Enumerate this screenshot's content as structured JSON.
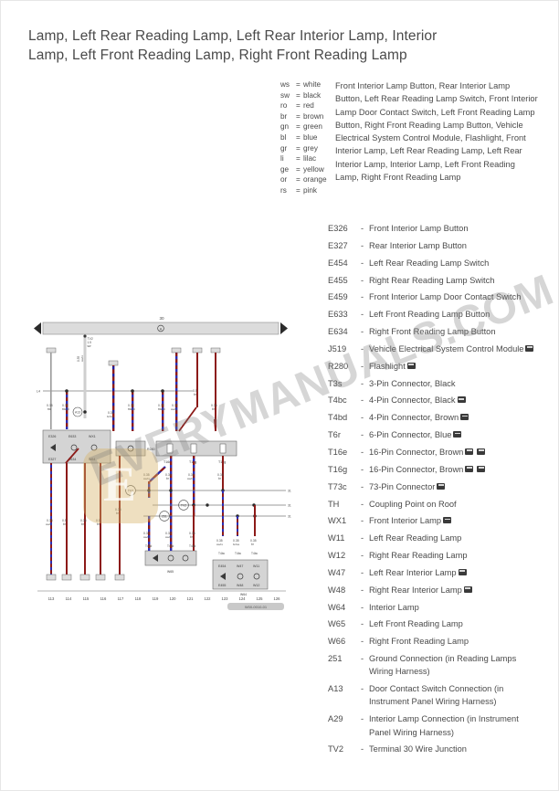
{
  "document": {
    "title_lines": [
      "Lamp, Left Rear Reading Lamp, Left Rear Interior Lamp, Interior",
      "Lamp, Left Front Reading Lamp, Right Front Reading Lamp"
    ],
    "watermark": "EVERYMANUALS.COM",
    "watermark_logo_letter": "E"
  },
  "color_key": {
    "rows": [
      {
        "abbr": "ws",
        "eq": "=",
        "name": "white"
      },
      {
        "abbr": "sw",
        "eq": "=",
        "name": "black"
      },
      {
        "abbr": "ro",
        "eq": "=",
        "name": "red"
      },
      {
        "abbr": "br",
        "eq": "=",
        "name": "brown"
      },
      {
        "abbr": "gn",
        "eq": "=",
        "name": "green"
      },
      {
        "abbr": "bl",
        "eq": "=",
        "name": "blue"
      },
      {
        "abbr": "gr",
        "eq": "=",
        "name": "grey"
      },
      {
        "abbr": "li",
        "eq": "=",
        "name": "lilac"
      },
      {
        "abbr": "ge",
        "eq": "=",
        "name": "yellow"
      },
      {
        "abbr": "or",
        "eq": "=",
        "name": "orange"
      },
      {
        "abbr": "rs",
        "eq": "=",
        "name": "pink"
      }
    ]
  },
  "intro": {
    "text": "Front Interior Lamp Button, Rear Interior Lamp Button, Left Rear Reading Lamp Switch, Front Interior Lamp Door Contact Switch, Left Front Reading Lamp Button, Right Front Reading Lamp Button, Vehicle Electrical System Control Module, Flashlight, Front Interior Lamp, Left Rear Reading Lamp, Left Rear Interior Lamp, Interior Lamp, Left Front Reading Lamp, Right Front Reading Lamp"
  },
  "components": [
    {
      "code": "E326",
      "dash": "-",
      "desc": "Front Interior Lamp Button",
      "icons": 0
    },
    {
      "code": "E327",
      "dash": "-",
      "desc": "Rear Interior Lamp Button",
      "icons": 0
    },
    {
      "code": "E454",
      "dash": "-",
      "desc": "Left Rear Reading Lamp Switch",
      "icons": 0
    },
    {
      "code": "E455",
      "dash": "-",
      "desc": "Right Rear Reading Lamp Switch",
      "icons": 0
    },
    {
      "code": "E459",
      "dash": "-",
      "desc": "Front Interior Lamp Door Contact Switch",
      "icons": 0
    },
    {
      "code": "E633",
      "dash": "-",
      "desc": "Left Front Reading Lamp Button",
      "icons": 0
    },
    {
      "code": "E634",
      "dash": "-",
      "desc": "Right Front Reading Lamp Button",
      "icons": 0
    },
    {
      "code": "J519",
      "dash": "-",
      "desc": "Vehicle Electrical System Control Module",
      "icons": 1
    },
    {
      "code": "R280",
      "dash": "-",
      "desc": "Flashlight",
      "icons": 1
    },
    {
      "code": "T3s",
      "dash": "-",
      "desc": "3-Pin Connector, Black",
      "icons": 0
    },
    {
      "code": "T4bc",
      "dash": "-",
      "desc": "4-Pin Connector, Black",
      "icons": 1
    },
    {
      "code": "T4bd",
      "dash": "-",
      "desc": "4-Pin Connector, Brown",
      "icons": 1
    },
    {
      "code": "T6r",
      "dash": "-",
      "desc": "6-Pin Connector, Blue",
      "icons": 1
    },
    {
      "code": "T16e",
      "dash": "-",
      "desc": "16-Pin Connector, Brown",
      "icons": 2
    },
    {
      "code": "T16g",
      "dash": "-",
      "desc": "16-Pin Connector, Brown",
      "icons": 2
    },
    {
      "code": "T73c",
      "dash": "-",
      "desc": "73-Pin Connector",
      "icons": 1
    },
    {
      "code": "TH",
      "dash": "-",
      "desc": "Coupling Point on Roof",
      "icons": 0
    },
    {
      "code": "WX1",
      "dash": "-",
      "desc": "Front Interior Lamp",
      "icons": 1
    },
    {
      "code": "W11",
      "dash": "-",
      "desc": "Left Rear Reading Lamp",
      "icons": 0
    },
    {
      "code": "W12",
      "dash": "-",
      "desc": "Right Rear Reading Lamp",
      "icons": 0
    },
    {
      "code": "W47",
      "dash": "-",
      "desc": "Left Rear Interior Lamp",
      "icons": 1
    },
    {
      "code": "W48",
      "dash": "-",
      "desc": "Right Rear Interior Lamp",
      "icons": 1
    },
    {
      "code": "W64",
      "dash": "-",
      "desc": "Interior Lamp",
      "icons": 0
    },
    {
      "code": "W65",
      "dash": "-",
      "desc": "Left Front Reading Lamp",
      "icons": 0
    },
    {
      "code": "W66",
      "dash": "-",
      "desc": "Right Front Reading Lamp",
      "icons": 0
    },
    {
      "code": "251",
      "dash": "-",
      "desc": "Ground Connection (in Reading Lamps Wiring Harness)",
      "icons": 0
    },
    {
      "code": "A13",
      "dash": "-",
      "desc": "Door Contact Switch Connection (in Instrument Panel Wiring Harness)",
      "icons": 0
    },
    {
      "code": "A29",
      "dash": "-",
      "desc": "Interior Lamp Connection (in Instrument Panel Wiring Harness)",
      "icons": 0
    },
    {
      "code": "TV2",
      "dash": "-",
      "desc": "Terminal 30 Wire Junction",
      "icons": 0
    }
  ],
  "diagram": {
    "top_bus_label": "30",
    "track_numbers": [
      "113",
      "114",
      "115",
      "116",
      "117",
      "118",
      "119",
      "120",
      "121",
      "122",
      "123",
      "124",
      "125",
      "126"
    ],
    "sheet_code": "W00-0010-01",
    "ground_rails": [
      "31",
      "31",
      "31"
    ],
    "junction_labels": [
      "TV2",
      "TV2",
      "251"
    ],
    "wire_specs": [
      "0.35 sw",
      "0.35 sw/bl",
      "0.35 br/ws",
      "0.35 br/ws",
      "0.5 br",
      "0.35 br",
      "0.5 sw/ro",
      "0.35 sw/ro",
      "0.35 sw/ro",
      "0.5 sw/ro",
      "0.35 ro/bl",
      "0.5 br",
      "0.35 br",
      "0.35 br",
      "0.5 sw/ro",
      "0.35 sw/gn"
    ],
    "colors": {
      "wire_red": "#8c1a18",
      "wire_blue": "#2b2bb0",
      "wire_grey": "#c8c8c8",
      "bus_fill": "#dcdcdc",
      "box_fill": "#d4d4d4",
      "outline": "#4a4a4a"
    }
  }
}
